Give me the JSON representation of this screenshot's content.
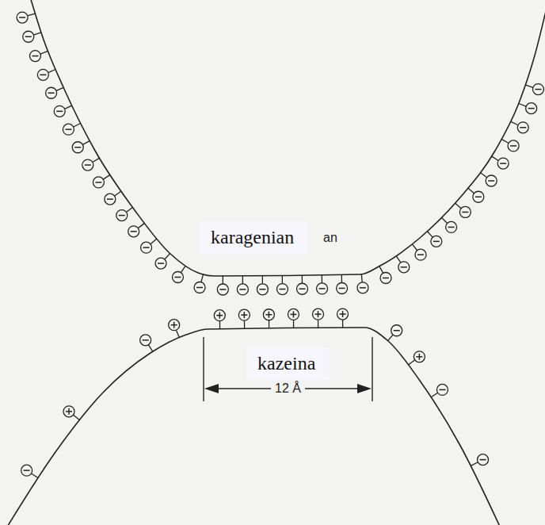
{
  "diagram": {
    "nodes": [
      {
        "text": [
          "karagenian"
        ]
      },
      {
        "text": [
          "kazeina"
        ]
      }
    ],
    "labels": [
      "an",
      "12 Å"
    ]
  }
}
